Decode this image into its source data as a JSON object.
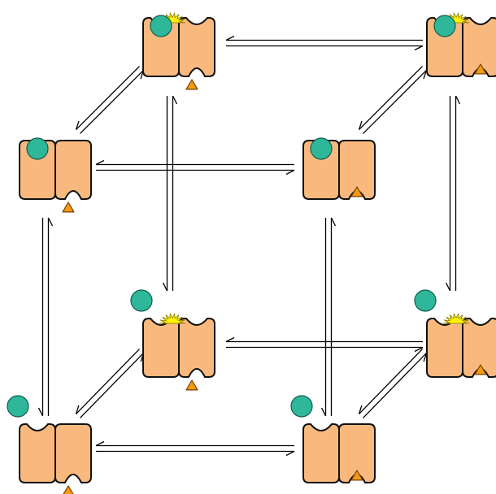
{
  "diagram": {
    "colors": {
      "subunit_fill": "#F9B97E",
      "subunit_stroke": "#111111",
      "ligand_circle": "#2FB79A",
      "ligand_circle_stroke": "#0f5e4f",
      "small_ligand": "#F29A12",
      "small_ligand_stroke": "#7a3f00",
      "activation_burst": "#FFF200",
      "activation_burst_stroke": "#8a7a00",
      "arrow": "#000000",
      "background": "#FFFFFF"
    },
    "states": [
      {
        "id": "s-back-top-left",
        "big_ligand": "bound",
        "small_ligand": "free",
        "active": true
      },
      {
        "id": "s-back-top-right",
        "big_ligand": "bound",
        "small_ligand": "bound",
        "active": true
      },
      {
        "id": "s-front-top-left",
        "big_ligand": "bound",
        "small_ligand": "free",
        "active": false
      },
      {
        "id": "s-front-top-right",
        "big_ligand": "bound",
        "small_ligand": "bound",
        "active": false
      },
      {
        "id": "s-back-bottom-left",
        "big_ligand": "free",
        "small_ligand": "free",
        "active": true
      },
      {
        "id": "s-back-bottom-right",
        "big_ligand": "free",
        "small_ligand": "bound",
        "active": true
      },
      {
        "id": "s-front-bottom-left",
        "big_ligand": "free",
        "small_ligand": "free",
        "active": false
      },
      {
        "id": "s-front-bottom-right",
        "big_ligand": "free",
        "small_ligand": "bound",
        "active": false
      }
    ],
    "equilibria": [
      {
        "from": "s-back-top-left",
        "to": "s-back-top-right"
      },
      {
        "from": "s-front-top-left",
        "to": "s-front-top-right"
      },
      {
        "from": "s-back-bottom-left",
        "to": "s-back-bottom-right"
      },
      {
        "from": "s-front-bottom-left",
        "to": "s-front-bottom-right"
      },
      {
        "from": "s-back-top-left",
        "to": "s-back-bottom-left"
      },
      {
        "from": "s-back-top-right",
        "to": "s-back-bottom-right"
      },
      {
        "from": "s-front-top-left",
        "to": "s-front-bottom-left"
      },
      {
        "from": "s-front-top-right",
        "to": "s-front-bottom-right"
      },
      {
        "from": "s-front-top-left",
        "to": "s-back-top-left"
      },
      {
        "from": "s-front-top-right",
        "to": "s-back-top-right"
      },
      {
        "from": "s-front-bottom-left",
        "to": "s-back-bottom-left"
      },
      {
        "from": "s-front-bottom-right",
        "to": "s-back-bottom-right"
      }
    ]
  }
}
